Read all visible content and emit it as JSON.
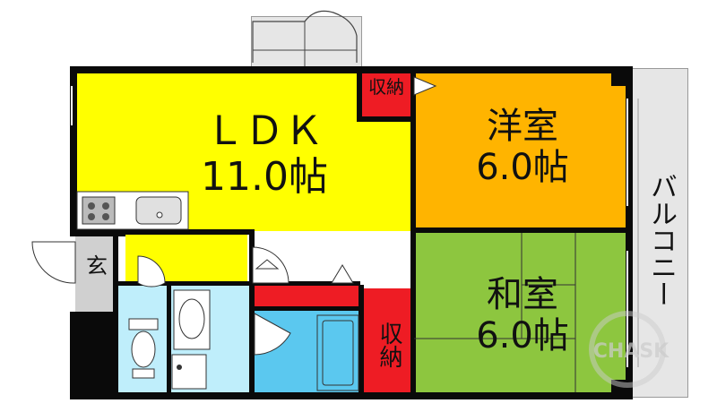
{
  "rooms": {
    "ldk": {
      "name": "ＬＤＫ",
      "size": "11.0帖",
      "color": "#ffff00"
    },
    "western": {
      "name": "洋室",
      "size": "6.0帖",
      "color": "#ffb400"
    },
    "japanese": {
      "name": "和室",
      "size": "6.0帖",
      "color": "#8dc63f"
    },
    "entrance": {
      "name": "玄",
      "color": "#d0d0d0"
    },
    "balcony": {
      "name": "バルコニー",
      "color": "#e6e6e6"
    },
    "closet_top": {
      "name": "収納",
      "color": "#ee1c24"
    },
    "closet_bottom": {
      "name": "収納",
      "color": "#ee1c24"
    },
    "bath_color": "#5bc8ef",
    "wash_color": "#bfeefb"
  },
  "watermark": {
    "text": "CHASK"
  }
}
